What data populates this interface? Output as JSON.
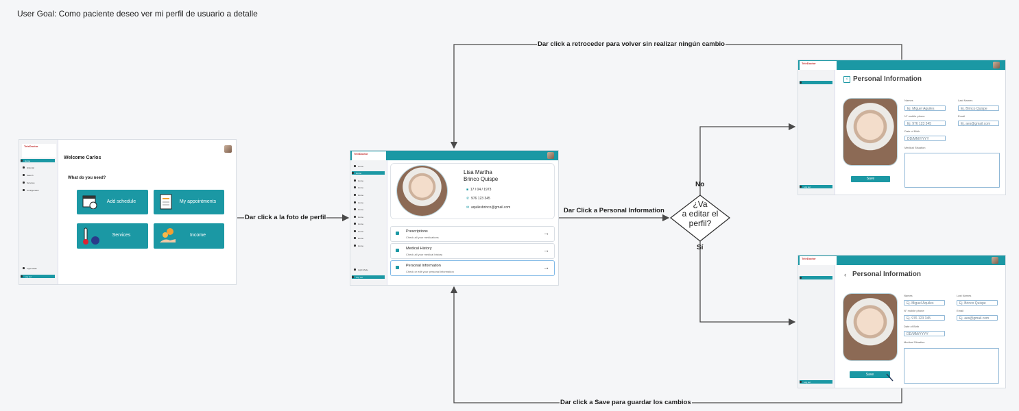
{
  "user_goal": "User Goal: Como paciente deseo ver mi perfil de usuario a detalle",
  "edges": {
    "foto_perfil": "Dar click a la foto de perfil",
    "personal_info": "Dar Click a Personal Information",
    "retroceder": "Dar click a retroceder para volver sin realizar ningún cambio",
    "save": "Dar click a Save para guardar los cambios"
  },
  "decision": {
    "line1": "¿Va",
    "line2": "a editar el",
    "line3": "perfil?",
    "no": "No",
    "yes": "Sí"
  },
  "screens": {
    "home": {
      "logo": "TeleDoctor",
      "welcome": "Welcome Carlos",
      "question": "What do you need?",
      "sidebar_items": [
        "Home",
        "Historial",
        "Search",
        "Services",
        "Configuration"
      ],
      "tiles": [
        "Add schedule",
        "My appointments",
        "Services",
        "Income"
      ],
      "light_mode": "Light Mode",
      "logout": "Log out"
    },
    "profile": {
      "logo": "TeleDoctor",
      "name_line1": "Lisa Martha",
      "name_line2": "Brinco Quispe",
      "birth": "17 / 04 / 1973",
      "phone": "976 123 345",
      "email": "aquilesbrinco@gmail.com",
      "sidebar_items": [
        "Home",
        "Home",
        "Home",
        "Home",
        "Home",
        "Home",
        "Home",
        "Home",
        "Home",
        "Home",
        "Home",
        "Home"
      ],
      "menu": [
        {
          "title": "Prescriptions",
          "subtitle": "Check all your medications"
        },
        {
          "title": "Medical History",
          "subtitle": "Check all your medical history"
        },
        {
          "title": "Personal Information",
          "subtitle": "Check or edit your personal information"
        }
      ],
      "light_mode": "Light Mode",
      "logout": "Log out"
    },
    "edit_form": {
      "title": "Personal Information",
      "names_label": "Names",
      "names_ph": "Ej. Miguel Aquiles",
      "last_names_label": "Last Names",
      "last_names_ph": "Ej. Brinco Quispe",
      "phone_label": "N° mobile phone",
      "phone_ph": "Ej. 976 123 345",
      "email_label": "Email",
      "email_ph": "Ej. aes@gmail.com",
      "dob_label": "Date of Birth",
      "dob_ph": "DD/MM/YYYY",
      "medical_label": "Medical Situation",
      "save": "Save"
    }
  },
  "colors": {
    "teal": "#1b98a4",
    "line": "#4a4a4a"
  }
}
